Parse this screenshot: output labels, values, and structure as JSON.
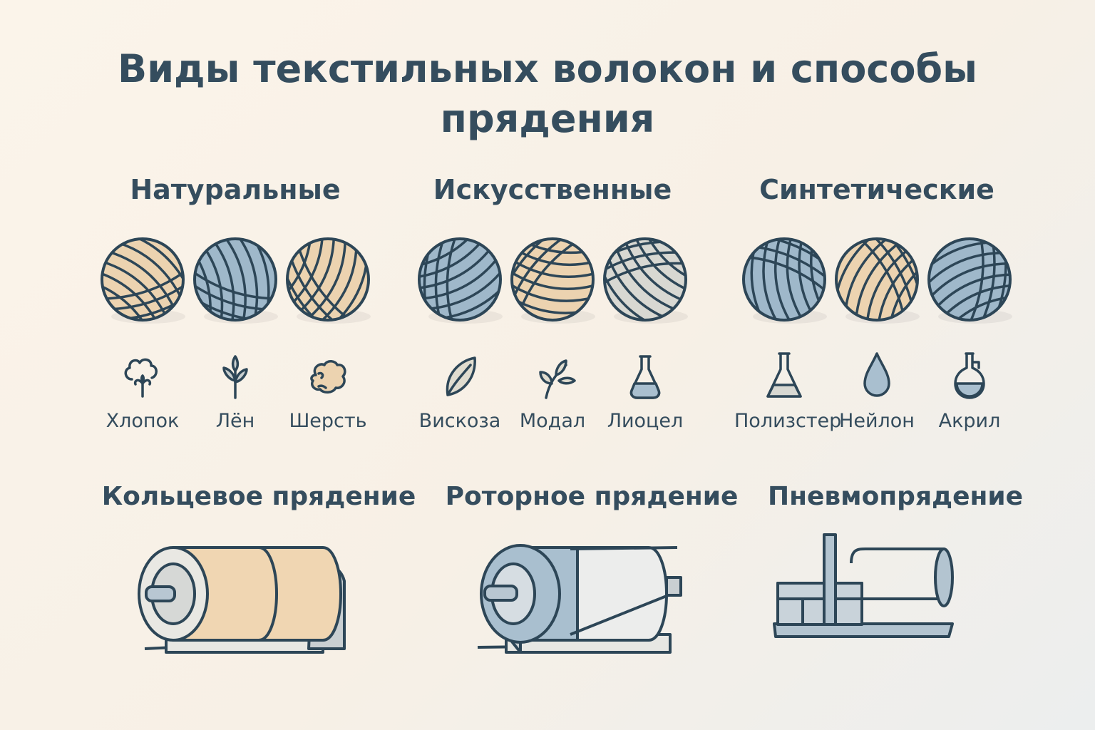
{
  "title_line1": "Виды текстильных волокон и способы",
  "title_line2": "прядения",
  "categories": [
    {
      "name": "Натуральные",
      "fibers": [
        {
          "label": "Хлопок",
          "ball_color": "#ecd3b0",
          "icon": "cotton-icon"
        },
        {
          "label": "Лён",
          "ball_color": "#9fb8ca",
          "icon": "flax-sprout-icon"
        },
        {
          "label": "Шерсть",
          "ball_color": "#ecd3b0",
          "icon": "sheep-wool-icon"
        }
      ]
    },
    {
      "name": "Искусственные",
      "fibers": [
        {
          "label": "Вискоза",
          "ball_color": "#9fb8ca",
          "icon": "leaf-icon"
        },
        {
          "label": "Модал",
          "ball_color": "#ecd3b0",
          "icon": "branch-icon"
        },
        {
          "label": "Лиоцел",
          "ball_color": "#d8d8d2",
          "icon": "flask-icon"
        }
      ]
    },
    {
      "name": "Синтетические",
      "fibers": [
        {
          "label": "Полизстер",
          "ball_color": "#9fb8ca",
          "icon": "conical-flask-icon"
        },
        {
          "label": "Нейлон",
          "ball_color": "#ecd3b0",
          "icon": "drop-icon"
        },
        {
          "label": "Акрил",
          "ball_color": "#9fb8ca",
          "icon": "round-flask-icon"
        }
      ]
    }
  ],
  "methods": [
    {
      "name": "Кольцевое прядение",
      "color": "#f0d6b2"
    },
    {
      "name": "Роторное прядение",
      "color": "#a9bfcf"
    },
    {
      "name": "Пневмопрядение",
      "color": "#b3c4d0"
    }
  ],
  "colors": {
    "stroke": "#2d4657",
    "text": "#354d5e"
  }
}
